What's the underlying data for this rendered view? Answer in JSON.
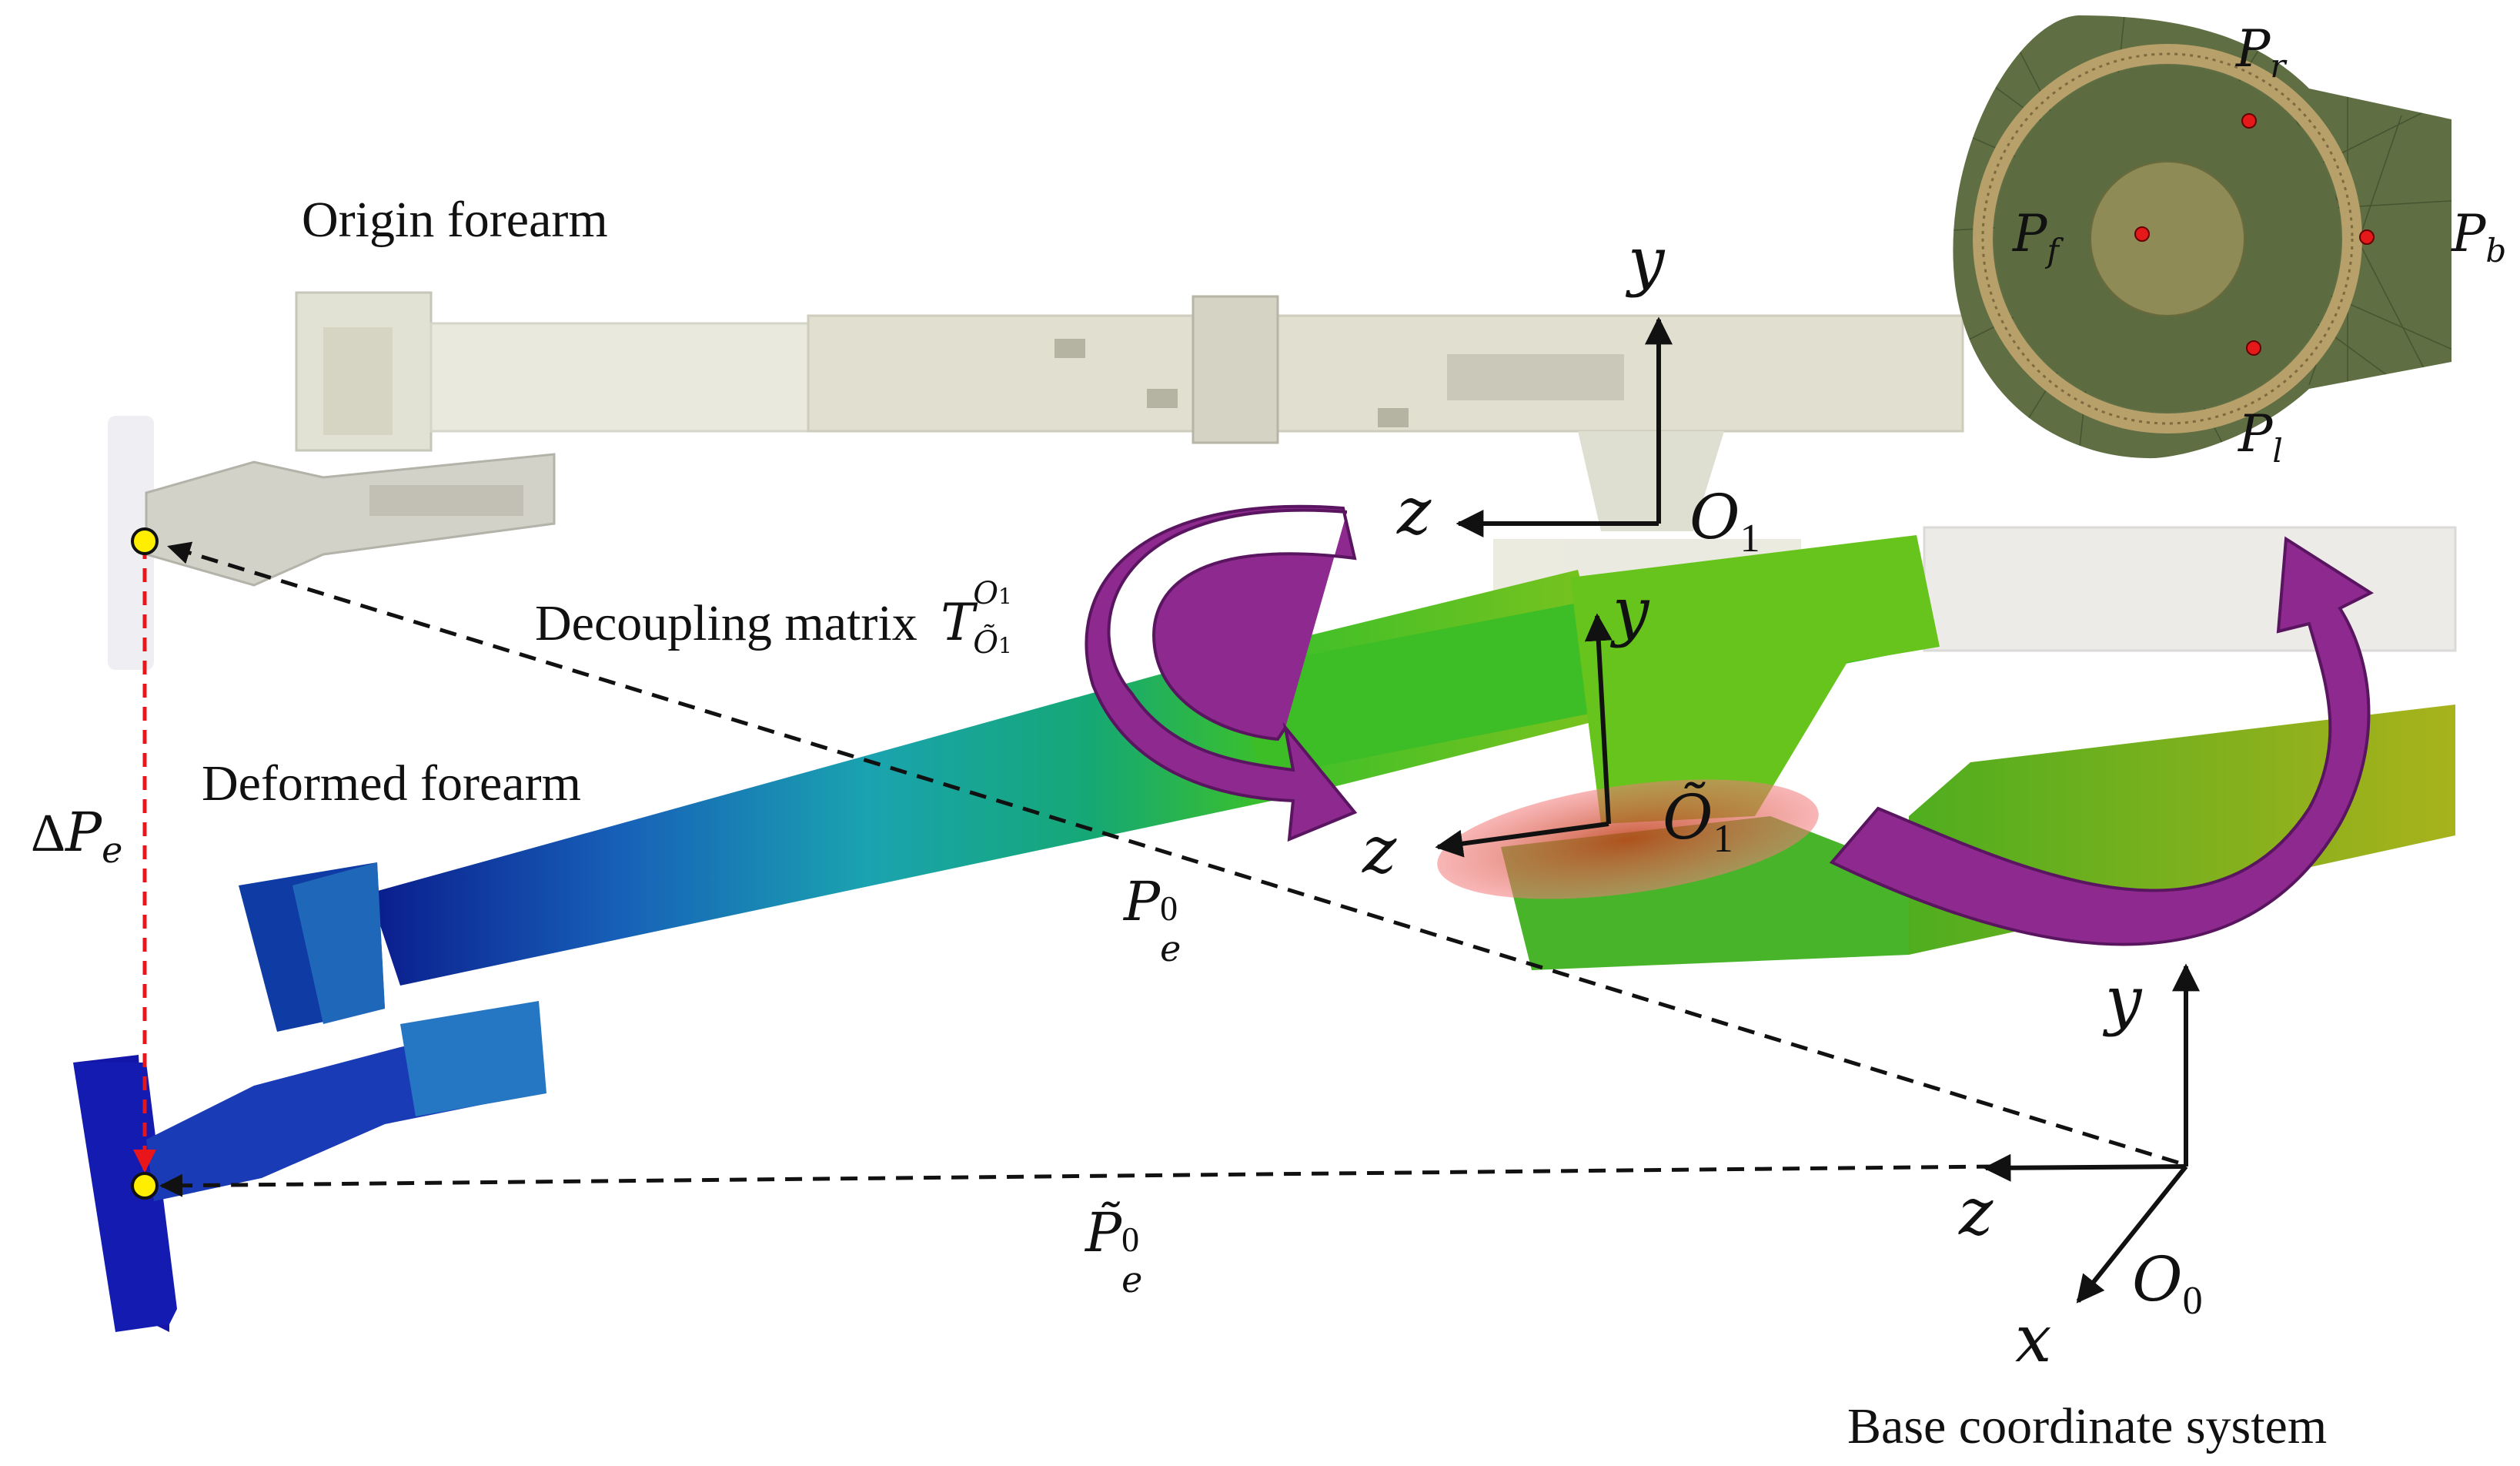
{
  "labels": {
    "origin_forearm": "Origin forearm",
    "deformed_forearm": "Deformed forearm",
    "decoupling_matrix": "Decoupling matrix",
    "base_coordinate_system": "Base coordinate system"
  },
  "math": {
    "T": "T",
    "T_sup": "O",
    "T_sup_sub": "1",
    "T_sub": "Õ",
    "T_sub_sub": "1",
    "delta_pe_delta": "Δ",
    "delta_pe_P": "P",
    "delta_pe_sub": "e",
    "pe0_P": "P",
    "pe0_sub": "e",
    "pe0_sup": "0",
    "pe0t_P": "P̃",
    "pe0t_sub": "e",
    "pe0t_sup": "0"
  },
  "axes": {
    "o1": {
      "y": "y",
      "z": "z",
      "origin": "O",
      "origin_sub": "1"
    },
    "o1t": {
      "y": "y",
      "z": "z",
      "origin": "Õ",
      "origin_sub": "1"
    },
    "o0": {
      "y": "y",
      "z": "z",
      "x": "x",
      "origin": "O",
      "origin_sub": "0"
    }
  },
  "inset_points": {
    "pr": {
      "P": "P",
      "sub": "r"
    },
    "pf": {
      "P": "P",
      "sub": "f"
    },
    "pb": {
      "P": "P",
      "sub": "b"
    },
    "pl": {
      "P": "P",
      "sub": "l"
    }
  },
  "colors": {
    "rotation_arrow": "#8e2a8f",
    "delta_line": "#e8151b",
    "marker_fill": "#ffee00",
    "inset_mesh": "#5f6e43",
    "inset_ring": "#b8a06a",
    "inset_point": "#e51919"
  }
}
